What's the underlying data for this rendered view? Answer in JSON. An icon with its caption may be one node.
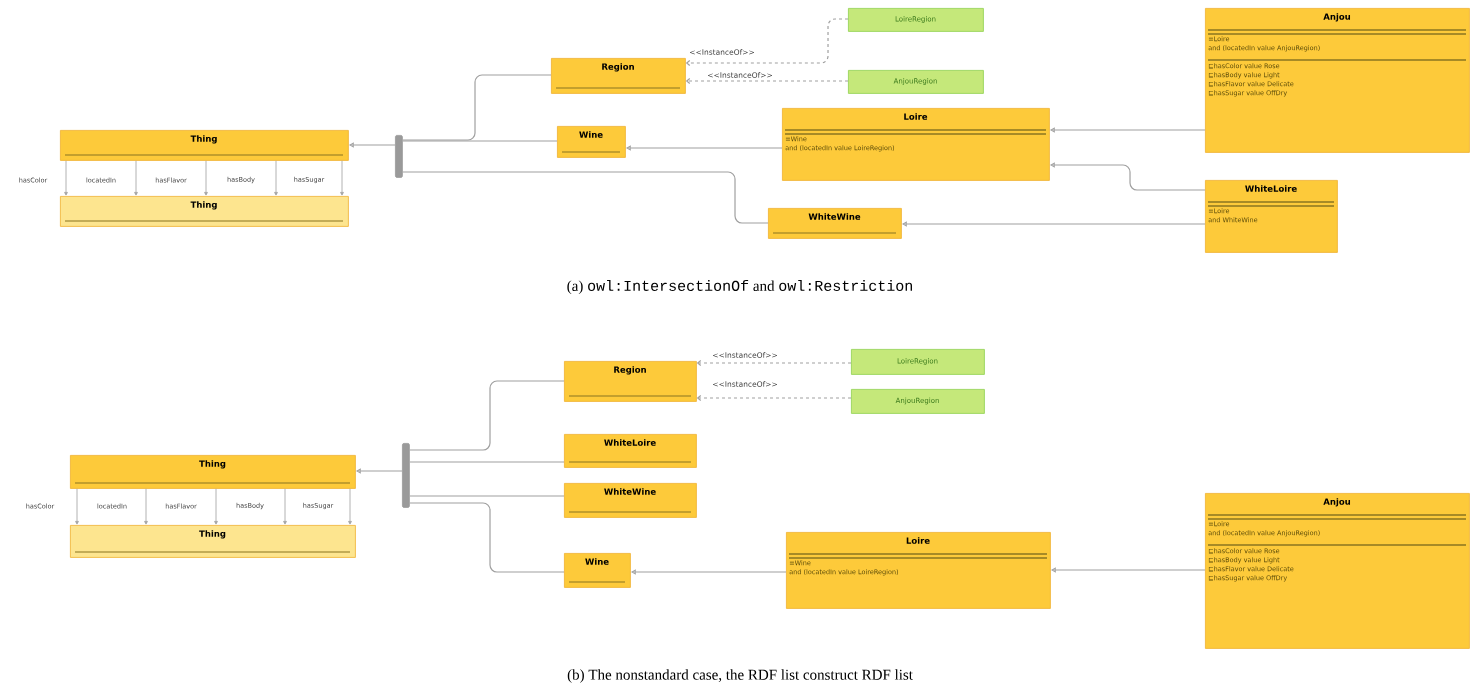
{
  "diagram": {
    "nodes": [
      {
        "text": [
          "Thing"
        ]
      },
      {
        "text": [
          "Thing"
        ]
      },
      {
        "text": [],
        "shape": "bar"
      },
      {
        "text": [
          "Region"
        ]
      },
      {
        "text": [
          "LoireRegion"
        ]
      },
      {
        "text": [
          "AnjouRegion"
        ]
      },
      {
        "text": [
          "Wine"
        ]
      },
      {
        "text": [
          "Loire",
          "≡Wine",
          "and (locatedIn value LoireRegion)"
        ]
      },
      {
        "text": [
          "Anjou",
          "≡Loire",
          "and (locatedIn value AnjouRegion)",
          "⊑hasColor value Rose",
          "⊑hasBody value Light",
          "⊑hasFlavor value Delicate",
          "⊑hasSugar value OffDry"
        ]
      },
      {
        "text": [
          "WhiteLoire",
          "≡Loire",
          "and WhiteWine"
        ]
      },
      {
        "text": [
          "WhiteWine"
        ]
      },
      {
        "text": [
          "Thing"
        ]
      },
      {
        "text": [
          "Thing"
        ]
      },
      {
        "text": [],
        "shape": "bar"
      },
      {
        "text": [
          "Region"
        ]
      },
      {
        "text": [
          "LoireRegion"
        ]
      },
      {
        "text": [
          "AnjouRegion"
        ]
      },
      {
        "text": [
          "WhiteLoire"
        ]
      },
      {
        "text": [
          "WhiteWine"
        ]
      },
      {
        "text": [
          "Wine"
        ]
      },
      {
        "text": [
          "Loire",
          "≡Wine",
          "and (locatedIn value LoireRegion)"
        ]
      },
      {
        "text": [
          "Anjou",
          "≡Loire",
          "and (locatedIn value AnjouRegion)",
          "⊑hasColor value Rose",
          "⊑hasBody value Light",
          "⊑hasFlavor value Delicate",
          "⊑hasSugar value OffDry"
        ]
      }
    ],
    "edges": [
      {
        "from": 0,
        "to": 1,
        "arrow": "to",
        "label": "hasColor"
      },
      {
        "from": 0,
        "to": 1,
        "arrow": "to",
        "label": "locatedIn"
      },
      {
        "from": 0,
        "to": 1,
        "arrow": "to",
        "label": "hasFlavor"
      },
      {
        "from": 0,
        "to": 1,
        "arrow": "to",
        "label": "hasBody"
      },
      {
        "from": 0,
        "to": 1,
        "arrow": "to",
        "label": "hasSugar"
      },
      {
        "from": 2,
        "to": 0,
        "arrow": "to"
      },
      {
        "from": 3,
        "to": 2,
        "arrow": "none"
      },
      {
        "from": 6,
        "to": 2,
        "arrow": "none"
      },
      {
        "from": 10,
        "to": 2,
        "arrow": "none"
      },
      {
        "from": 4,
        "to": 3,
        "arrow": "to",
        "style": "dashed",
        "label": "<<InstanceOf>>"
      },
      {
        "from": 5,
        "to": 3,
        "arrow": "to",
        "style": "dashed",
        "label": "<<InstanceOf>>"
      },
      {
        "from": 7,
        "to": 6,
        "arrow": "to"
      },
      {
        "from": 8,
        "to": 7,
        "arrow": "to"
      },
      {
        "from": 9,
        "to": 7,
        "arrow": "to"
      },
      {
        "from": 9,
        "to": 10,
        "arrow": "to"
      },
      {
        "from": 11,
        "to": 12,
        "arrow": "to",
        "label": "hasColor"
      },
      {
        "from": 11,
        "to": 12,
        "arrow": "to",
        "label": "locatedIn"
      },
      {
        "from": 11,
        "to": 12,
        "arrow": "to",
        "label": "hasFlavor"
      },
      {
        "from": 11,
        "to": 12,
        "arrow": "to",
        "label": "hasBody"
      },
      {
        "from": 11,
        "to": 12,
        "arrow": "to",
        "label": "hasSugar"
      },
      {
        "from": 13,
        "to": 11,
        "arrow": "to"
      },
      {
        "from": 14,
        "to": 13,
        "arrow": "none"
      },
      {
        "from": 17,
        "to": 13,
        "arrow": "none"
      },
      {
        "from": 18,
        "to": 13,
        "arrow": "none"
      },
      {
        "from": 19,
        "to": 13,
        "arrow": "none"
      },
      {
        "from": 15,
        "to": 14,
        "arrow": "to",
        "style": "dashed",
        "label": "<<InstanceOf>>"
      },
      {
        "from": 16,
        "to": 14,
        "arrow": "to",
        "style": "dashed",
        "label": "<<InstanceOf>>"
      },
      {
        "from": 20,
        "to": 19,
        "arrow": "to"
      },
      {
        "from": 21,
        "to": 20,
        "arrow": "to"
      }
    ],
    "labels": [
      "(a)",
      "owl:IntersectionOf",
      "and",
      "owl:Restriction",
      "(b) The nonstandard case, the RDF list construct RDF list"
    ]
  }
}
